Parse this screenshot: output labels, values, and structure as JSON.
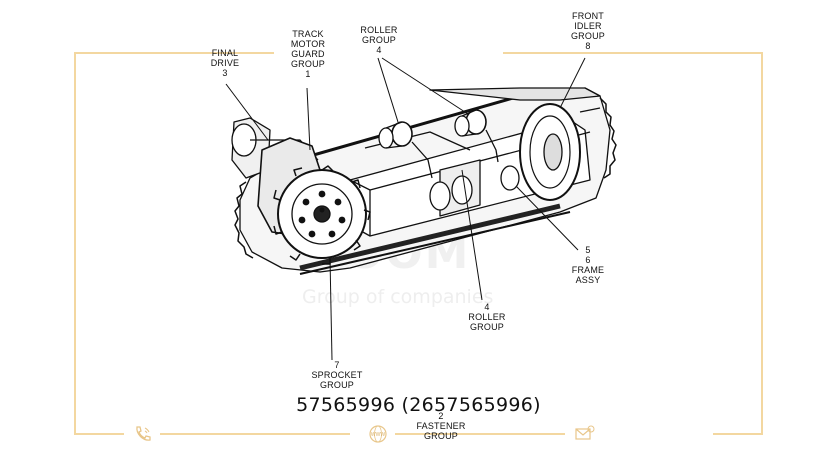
{
  "callouts": {
    "final_drive": [
      "FINAL",
      "DRIVE",
      "3"
    ],
    "track_motor_guard": [
      "TRACK",
      "MOTOR",
      "GUARD",
      "GROUP",
      "1"
    ],
    "roller_group_top": [
      "ROLLER",
      "GROUP",
      "4"
    ],
    "front_idler": [
      "FRONT",
      "IDLER",
      "GROUP",
      "8"
    ],
    "frame_assy": [
      "5",
      "6",
      "FRAME",
      "ASSY"
    ],
    "roller_group_bottom": [
      "4",
      "ROLLER",
      "GROUP"
    ],
    "sprocket": [
      "7",
      "SPROCKET",
      "GROUP"
    ],
    "fastener": [
      "2",
      "FASTENER",
      "GROUP"
    ]
  },
  "part_number": "57565996 (2657565996)",
  "watermark": {
    "main": "MOOM",
    "sub": "Group of companies"
  },
  "footer_icons": [
    "phone-icon",
    "www-globe-icon",
    "mail-icon"
  ],
  "colors": {
    "frame": "#f3d7a0",
    "ink": "#111111"
  }
}
